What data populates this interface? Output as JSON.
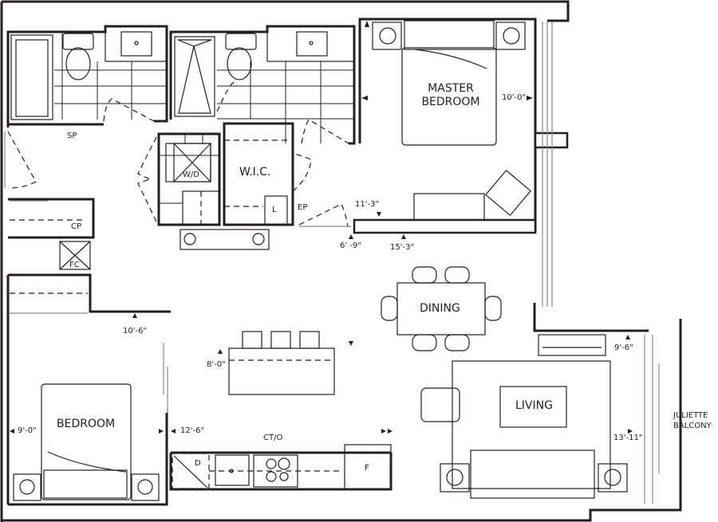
{
  "floorplan": {
    "rooms": {
      "master_bedroom": "MASTER\nBEDROOM",
      "master_line1": "MASTER",
      "master_line2": "BEDROOM",
      "bedroom": "BEDROOM",
      "wic": "W.I.C.",
      "dining": "DINING",
      "living": "LIVING",
      "balcony_line1": "JULIETTE",
      "balcony_line2": "BALCONY"
    },
    "fixtures": {
      "sp": "SP",
      "wd": "W/D",
      "cp": "CP",
      "fc": "FC",
      "l": "L",
      "ep": "EP",
      "d": "D",
      "cto": "CT/O",
      "f": "F"
    },
    "dimensions": {
      "master_width": "10'-0\"",
      "master_depth_a": "11'-3\"",
      "master_depth_b": "15'-3\"",
      "hall_a": "6' -9\"",
      "bedroom_a": "10'-6\"",
      "bedroom_width": "9'-0\"",
      "bedroom_depth": "12'-6\"",
      "island": "8'-0\"",
      "living_a": "9'-6\"",
      "living_b": "13'-11\""
    },
    "colors": {
      "line": "#231f20",
      "background": "#ffffff",
      "window": "#888888"
    }
  }
}
